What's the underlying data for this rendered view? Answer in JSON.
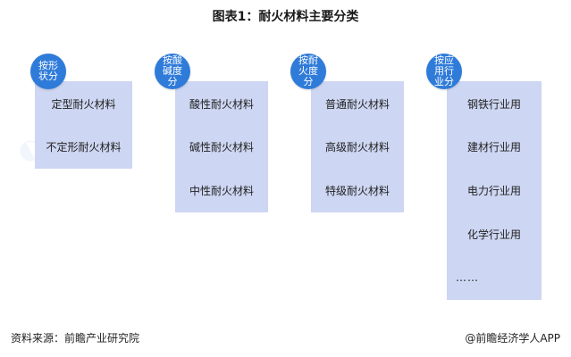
{
  "title": "图表1：耐火材料主要分类",
  "groups": [
    {
      "label": "按形状分",
      "items": [
        "定型耐火材料",
        "不定形耐火材料"
      ]
    },
    {
      "label": "按酸碱度分",
      "items": [
        "酸性耐火材料",
        "碱性耐火材料",
        "中性耐火材料"
      ]
    },
    {
      "label": "按耐火度分",
      "items": [
        "普通耐火材料",
        "高级耐火材料",
        "特级耐火材料"
      ]
    },
    {
      "label": "按应用行业分",
      "items": [
        "钢铁行业用",
        "建材行业用",
        "电力行业用",
        "化学行业用",
        "……"
      ]
    }
  ],
  "footer": {
    "source": "资料来源：前瞻产业研究院",
    "brand": "@前瞻经济学人APP"
  },
  "colors": {
    "circle": "#2f7bd9",
    "panel": "#cdd6f2"
  }
}
